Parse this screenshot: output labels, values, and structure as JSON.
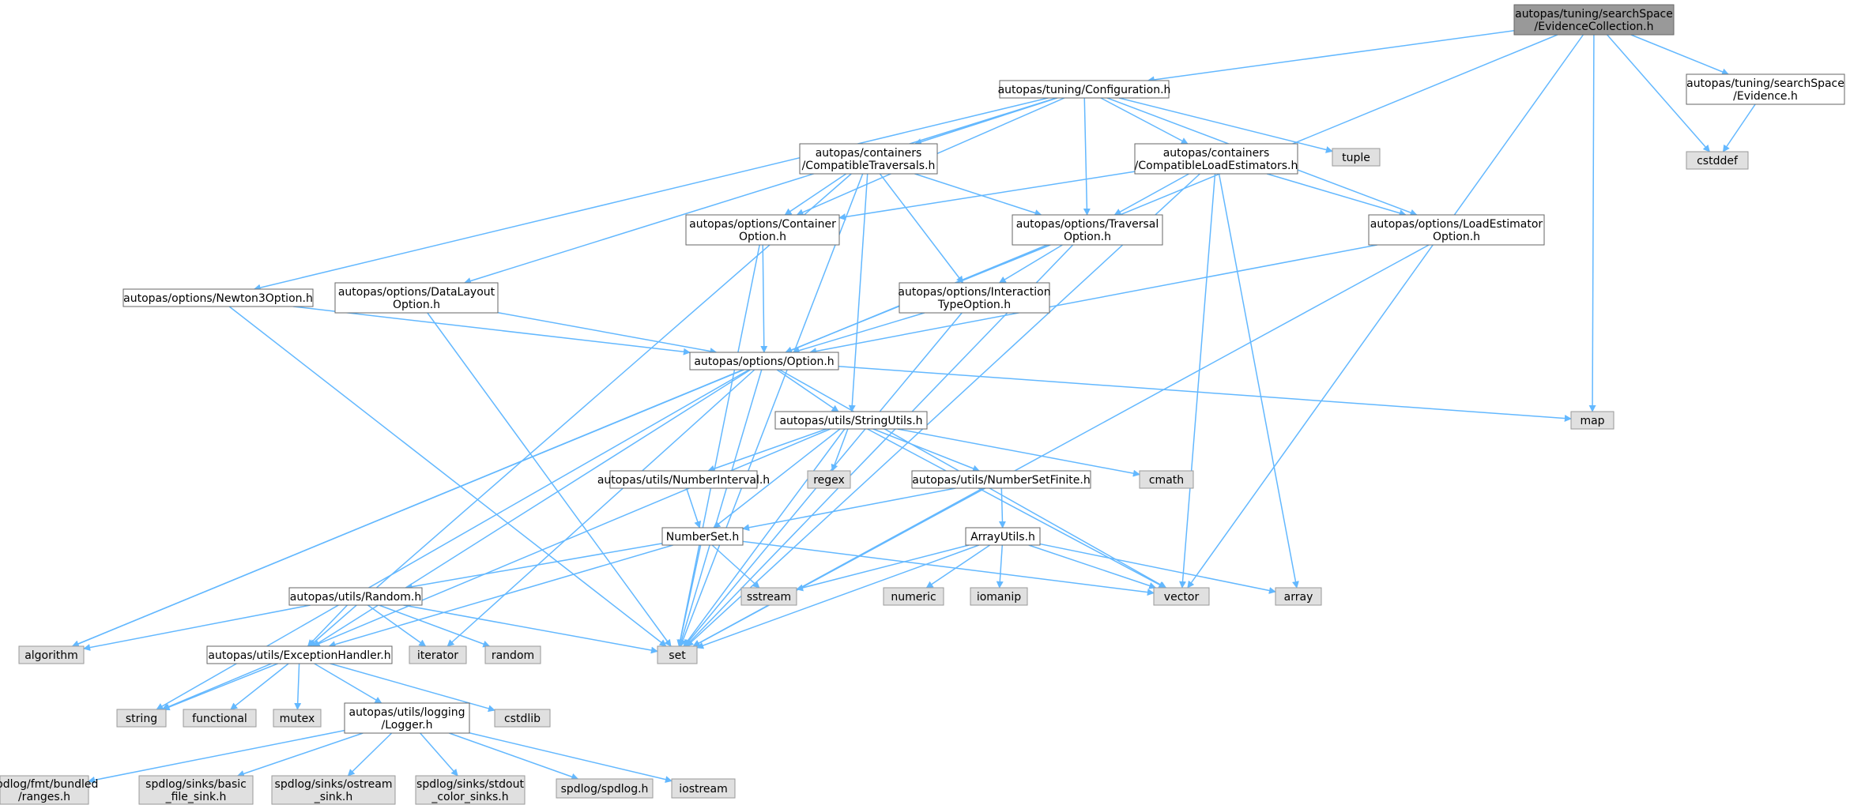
{
  "diagram": {
    "nodes": [
      {
        "id": "root",
        "lines": [
          "autopas/tuning/searchSpace",
          "/EvidenceCollection.h"
        ],
        "style": "root"
      },
      {
        "id": "config",
        "lines": [
          "autopas/tuning/Configuration.h"
        ],
        "style": "file"
      },
      {
        "id": "evidence",
        "lines": [
          "autopas/tuning/searchSpace",
          "/Evidence.h"
        ],
        "style": "file"
      },
      {
        "id": "cstddef",
        "lines": [
          "cstddef"
        ],
        "style": "sys"
      },
      {
        "id": "compTrav",
        "lines": [
          "autopas/containers",
          "/CompatibleTraversals.h"
        ],
        "style": "file"
      },
      {
        "id": "compLoad",
        "lines": [
          "autopas/containers",
          "/CompatibleLoadEstimators.h"
        ],
        "style": "file"
      },
      {
        "id": "tuple",
        "lines": [
          "tuple"
        ],
        "style": "sys"
      },
      {
        "id": "contOpt",
        "lines": [
          "autopas/options/Container",
          "Option.h"
        ],
        "style": "file"
      },
      {
        "id": "travOpt",
        "lines": [
          "autopas/options/Traversal",
          "Option.h"
        ],
        "style": "file"
      },
      {
        "id": "loadOpt",
        "lines": [
          "autopas/options/LoadEstimator",
          "Option.h"
        ],
        "style": "file"
      },
      {
        "id": "newton",
        "lines": [
          "autopas/options/Newton3Option.h"
        ],
        "style": "file"
      },
      {
        "id": "dataLayout",
        "lines": [
          "autopas/options/DataLayout",
          "Option.h"
        ],
        "style": "file"
      },
      {
        "id": "interOpt",
        "lines": [
          "autopas/options/Interaction",
          "TypeOption.h"
        ],
        "style": "file"
      },
      {
        "id": "option",
        "lines": [
          "autopas/options/Option.h"
        ],
        "style": "file"
      },
      {
        "id": "map",
        "lines": [
          "map"
        ],
        "style": "sys"
      },
      {
        "id": "strUtils",
        "lines": [
          "autopas/utils/StringUtils.h"
        ],
        "style": "file"
      },
      {
        "id": "numInt",
        "lines": [
          "autopas/utils/NumberInterval.h"
        ],
        "style": "file"
      },
      {
        "id": "regex",
        "lines": [
          "regex"
        ],
        "style": "sys"
      },
      {
        "id": "numSetFin",
        "lines": [
          "autopas/utils/NumberSetFinite.h"
        ],
        "style": "file"
      },
      {
        "id": "cmath",
        "lines": [
          "cmath"
        ],
        "style": "sys"
      },
      {
        "id": "numSet",
        "lines": [
          "NumberSet.h"
        ],
        "style": "file"
      },
      {
        "id": "arrUtils",
        "lines": [
          "ArrayUtils.h"
        ],
        "style": "file"
      },
      {
        "id": "random",
        "lines": [
          "autopas/utils/Random.h"
        ],
        "style": "file"
      },
      {
        "id": "sstream",
        "lines": [
          "sstream"
        ],
        "style": "sys"
      },
      {
        "id": "numeric",
        "lines": [
          "numeric"
        ],
        "style": "sys"
      },
      {
        "id": "iomanip",
        "lines": [
          "iomanip"
        ],
        "style": "sys"
      },
      {
        "id": "vector",
        "lines": [
          "vector"
        ],
        "style": "sys"
      },
      {
        "id": "array",
        "lines": [
          "array"
        ],
        "style": "sys"
      },
      {
        "id": "algorithm",
        "lines": [
          "algorithm"
        ],
        "style": "sys"
      },
      {
        "id": "excH",
        "lines": [
          "autopas/utils/ExceptionHandler.h"
        ],
        "style": "file"
      },
      {
        "id": "iterator",
        "lines": [
          "iterator"
        ],
        "style": "sys"
      },
      {
        "id": "randomStd",
        "lines": [
          "random"
        ],
        "style": "sys"
      },
      {
        "id": "set",
        "lines": [
          "set"
        ],
        "style": "sys"
      },
      {
        "id": "string",
        "lines": [
          "string"
        ],
        "style": "sys"
      },
      {
        "id": "functional",
        "lines": [
          "functional"
        ],
        "style": "sys"
      },
      {
        "id": "mutex",
        "lines": [
          "mutex"
        ],
        "style": "sys"
      },
      {
        "id": "logger",
        "lines": [
          "autopas/utils/logging",
          "/Logger.h"
        ],
        "style": "file"
      },
      {
        "id": "cstdlib",
        "lines": [
          "cstdlib"
        ],
        "style": "sys"
      },
      {
        "id": "fmtRanges",
        "lines": [
          "spdlog/fmt/bundled",
          "/ranges.h"
        ],
        "style": "sys"
      },
      {
        "id": "basicSink",
        "lines": [
          "spdlog/sinks/basic",
          "_file_sink.h"
        ],
        "style": "sys"
      },
      {
        "id": "ostreamSink",
        "lines": [
          "spdlog/sinks/ostream",
          "_sink.h"
        ],
        "style": "sys"
      },
      {
        "id": "stdoutSink",
        "lines": [
          "spdlog/sinks/stdout",
          "_color_sinks.h"
        ],
        "style": "sys"
      },
      {
        "id": "spdlog",
        "lines": [
          "spdlog/spdlog.h"
        ],
        "style": "sys"
      },
      {
        "id": "iostream",
        "lines": [
          "iostream"
        ],
        "style": "sys"
      }
    ],
    "edges": [
      [
        "root",
        "config"
      ],
      [
        "root",
        "evidence"
      ],
      [
        "root",
        "cstddef"
      ],
      [
        "root",
        "map"
      ],
      [
        "root",
        "vector"
      ],
      [
        "root",
        "algorithm"
      ],
      [
        "evidence",
        "cstddef"
      ],
      [
        "config",
        "compTrav"
      ],
      [
        "config",
        "compLoad"
      ],
      [
        "config",
        "tuple"
      ],
      [
        "config",
        "contOpt"
      ],
      [
        "config",
        "travOpt"
      ],
      [
        "config",
        "loadOpt"
      ],
      [
        "config",
        "newton"
      ],
      [
        "config",
        "dataLayout"
      ],
      [
        "compTrav",
        "contOpt"
      ],
      [
        "compTrav",
        "travOpt"
      ],
      [
        "compTrav",
        "interOpt"
      ],
      [
        "compTrav",
        "strUtils"
      ],
      [
        "compTrav",
        "excH"
      ],
      [
        "compTrav",
        "set"
      ],
      [
        "compLoad",
        "contOpt"
      ],
      [
        "compLoad",
        "travOpt"
      ],
      [
        "compLoad",
        "loadOpt"
      ],
      [
        "compLoad",
        "vector"
      ],
      [
        "compLoad",
        "array"
      ],
      [
        "compLoad",
        "set"
      ],
      [
        "contOpt",
        "option"
      ],
      [
        "contOpt",
        "set"
      ],
      [
        "travOpt",
        "interOpt"
      ],
      [
        "travOpt",
        "option"
      ],
      [
        "travOpt",
        "set"
      ],
      [
        "loadOpt",
        "option"
      ],
      [
        "loadOpt",
        "set"
      ],
      [
        "newton",
        "option"
      ],
      [
        "newton",
        "set"
      ],
      [
        "dataLayout",
        "option"
      ],
      [
        "dataLayout",
        "set"
      ],
      [
        "interOpt",
        "option"
      ],
      [
        "interOpt",
        "set"
      ],
      [
        "option",
        "strUtils"
      ],
      [
        "option",
        "map"
      ],
      [
        "option",
        "vector"
      ],
      [
        "option",
        "algorithm"
      ],
      [
        "option",
        "excH"
      ],
      [
        "option",
        "set"
      ],
      [
        "option",
        "string"
      ],
      [
        "option",
        "iterator"
      ],
      [
        "strUtils",
        "numInt"
      ],
      [
        "strUtils",
        "regex"
      ],
      [
        "strUtils",
        "numSetFin"
      ],
      [
        "strUtils",
        "cmath"
      ],
      [
        "strUtils",
        "numSet"
      ],
      [
        "strUtils",
        "vector"
      ],
      [
        "strUtils",
        "set"
      ],
      [
        "strUtils",
        "string"
      ],
      [
        "numInt",
        "numSet"
      ],
      [
        "numSetFin",
        "numSet"
      ],
      [
        "numSetFin",
        "arrUtils"
      ],
      [
        "numSetFin",
        "set"
      ],
      [
        "numSet",
        "random"
      ],
      [
        "numSet",
        "sstream"
      ],
      [
        "numSet",
        "vector"
      ],
      [
        "numSet",
        "set"
      ],
      [
        "numSet",
        "excH"
      ],
      [
        "arrUtils",
        "sstream"
      ],
      [
        "arrUtils",
        "numeric"
      ],
      [
        "arrUtils",
        "iomanip"
      ],
      [
        "arrUtils",
        "vector"
      ],
      [
        "arrUtils",
        "array"
      ],
      [
        "arrUtils",
        "set"
      ],
      [
        "random",
        "algorithm"
      ],
      [
        "random",
        "excH"
      ],
      [
        "random",
        "iterator"
      ],
      [
        "random",
        "randomStd"
      ],
      [
        "random",
        "set"
      ],
      [
        "excH",
        "string"
      ],
      [
        "excH",
        "functional"
      ],
      [
        "excH",
        "mutex"
      ],
      [
        "excH",
        "logger"
      ],
      [
        "excH",
        "cstdlib"
      ],
      [
        "logger",
        "fmtRanges"
      ],
      [
        "logger",
        "basicSink"
      ],
      [
        "logger",
        "ostreamSink"
      ],
      [
        "logger",
        "stdoutSink"
      ],
      [
        "logger",
        "spdlog"
      ],
      [
        "logger",
        "iostream"
      ]
    ],
    "colors": {
      "edge": "#63b8ff",
      "root_fill": "#999999",
      "file_fill": "#ffffff",
      "sys_fill": "#e0e0e0",
      "file_stroke": "#666666",
      "sys_stroke": "#999999"
    }
  }
}
